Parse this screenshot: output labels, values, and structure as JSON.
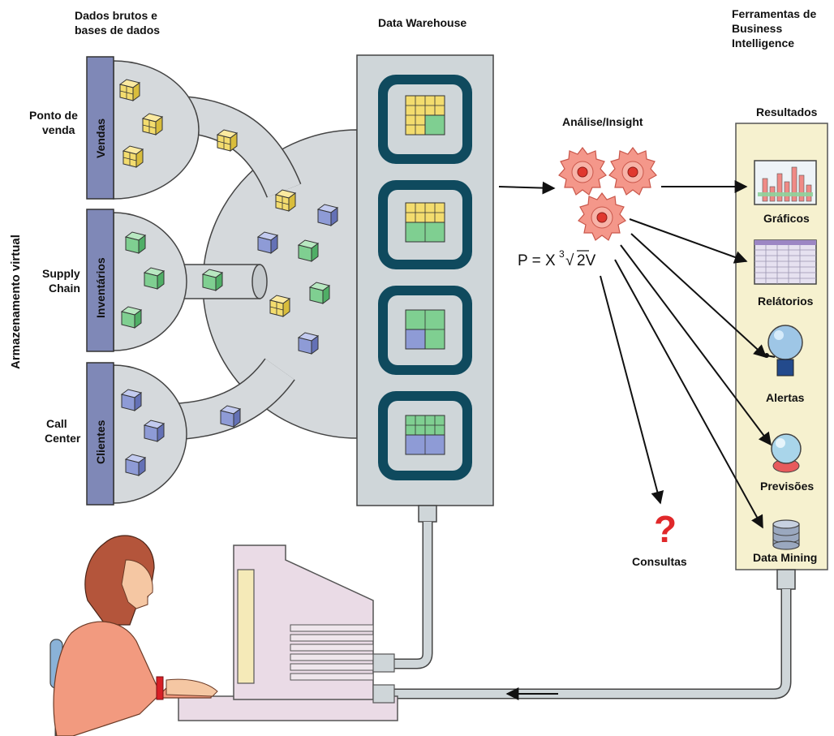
{
  "headers": {
    "raw_data_line1": "Dados brutos e",
    "raw_data_line2": "bases de dados",
    "data_warehouse": "Data Warehouse",
    "bi_tools_line1": "Ferramentas de",
    "bi_tools_line2": "Business",
    "bi_tools_line3": "Intelligence",
    "results": "Resultados",
    "analysis": "Análise/Insight",
    "virtual_storage": "Armazenamento virtual"
  },
  "sources": [
    {
      "tab_label": "Vendas",
      "side_line1": "Ponto de",
      "side_line2": "venda"
    },
    {
      "tab_label": "Inventários",
      "side_line1": "Supply",
      "side_line2": "Chain"
    },
    {
      "tab_label": "Clientes",
      "side_line1": "Call",
      "side_line2": "Center"
    }
  ],
  "formula": {
    "prefix": "P = X",
    "exponent": "3",
    "root_index": "√",
    "suffix": "2V"
  },
  "results": [
    {
      "label": "Gráficos",
      "icon": "bar-chart-icon"
    },
    {
      "label": "Relátorios",
      "icon": "report-table-icon"
    },
    {
      "label": "Alertas",
      "icon": "alarm-bell-icon"
    },
    {
      "label": "Previsões",
      "icon": "crystal-ball-icon"
    },
    {
      "label": "Data Mining",
      "icon": "database-icon"
    }
  ],
  "queries": {
    "label": "Consultas",
    "symbol": "?"
  },
  "colors": {
    "panel_blue": "#7f88b7",
    "hopper_gray": "#d5d9dc",
    "warehouse_gray": "#cfd6d9",
    "slot_dark": "#0f4a5e",
    "results_panel": "#f6f1cf",
    "gear": "#f4978a",
    "cube_yellow": "#f3dc6e",
    "cube_green": "#7fcf91",
    "cube_blue": "#8e9bd6",
    "question_red": "#e0282a",
    "terminal": "#eadbe6"
  }
}
